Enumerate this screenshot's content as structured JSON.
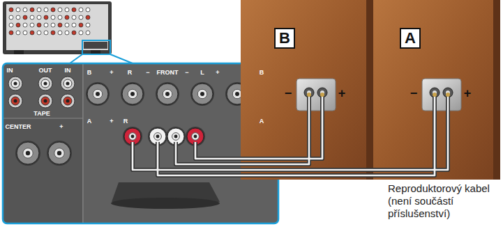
{
  "diagram": {
    "nodes": [
      {
        "text": [
          "B"
        ]
      },
      {
        "text": [
          "A"
        ]
      }
    ],
    "labels": [
      "IN",
      "OUT",
      "IN",
      "TAPE",
      "CENTER",
      "+",
      "B",
      "+",
      "R",
      "−",
      "FRONT",
      "−",
      "L",
      "+",
      "B",
      "A",
      "+",
      "R",
      "A",
      "−",
      "+",
      "−",
      "+",
      "Reproduktorový kabel (není součástí příslušenství)"
    ]
  }
}
